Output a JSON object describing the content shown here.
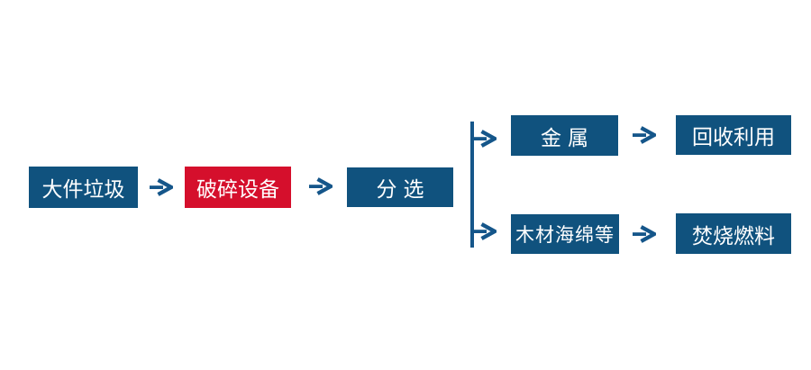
{
  "flowchart": {
    "title_implied": "",
    "nodes": {
      "bulky_waste": {
        "label": "大件垃圾",
        "color_role": "blue"
      },
      "crushing_equipment": {
        "label": "破碎设备",
        "color_role": "red"
      },
      "sorting": {
        "label": "分选",
        "color_role": "blue"
      },
      "metal": {
        "label": "金属",
        "color_role": "blue"
      },
      "recycling": {
        "label": "回收利用",
        "color_role": "blue"
      },
      "wood_sponge": {
        "label": "木材海绵等",
        "color_role": "blue"
      },
      "incineration_fuel": {
        "label": "焚烧燃料",
        "color_role": "blue"
      }
    },
    "edges": [
      {
        "from": "bulky_waste",
        "to": "crushing_equipment"
      },
      {
        "from": "crushing_equipment",
        "to": "sorting"
      },
      {
        "from": "sorting",
        "to": "metal"
      },
      {
        "from": "metal",
        "to": "recycling"
      },
      {
        "from": "sorting",
        "to": "wood_sponge"
      },
      {
        "from": "wood_sponge",
        "to": "incineration_fuel"
      }
    ],
    "colors": {
      "node_blue": "#10527E",
      "node_red": "#D50F2C",
      "arrow_blue": "#15568A",
      "text_white": "#FFFFFF",
      "bg": "#FFFFFF"
    }
  }
}
